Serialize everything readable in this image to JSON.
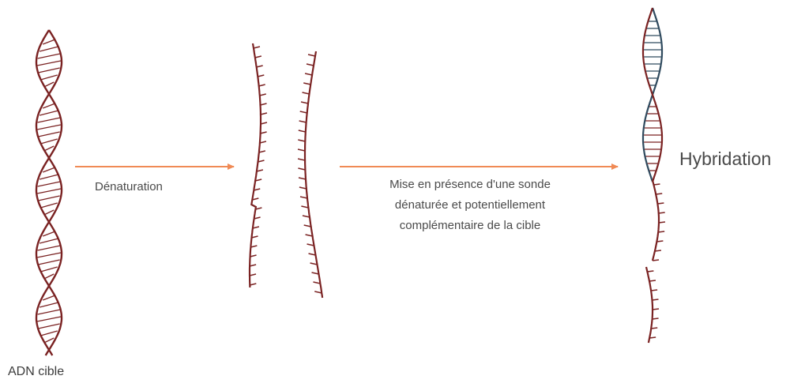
{
  "labels": {
    "target_dna": "ADN cible",
    "denaturation": "Dénaturation",
    "probe_line1": "Mise en présence d'une sonde",
    "probe_line2": "dénaturée et potentiellement",
    "probe_line3": "complémentaire de la cible",
    "hybridation": "Hybridation"
  },
  "colors": {
    "dna_strand": "#7a2222",
    "probe_strand": "#2f4a5e",
    "arrow": "#f08a55",
    "text": "#4a4a4a"
  }
}
